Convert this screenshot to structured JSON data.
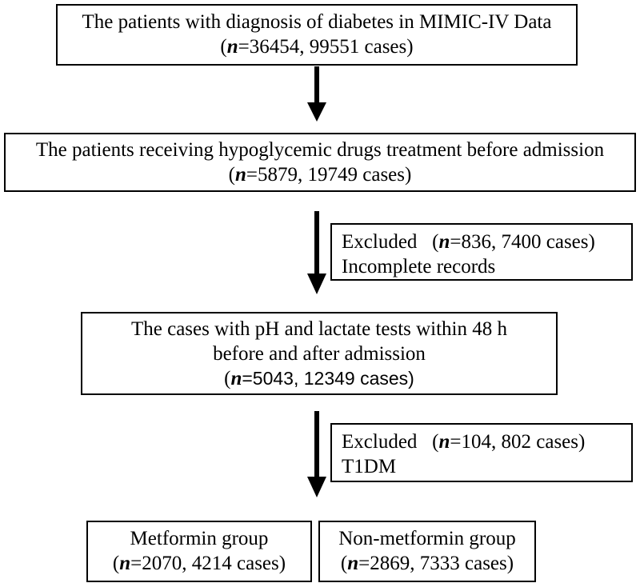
{
  "boxes": {
    "mimic": {
      "line1": "The patients with diagnosis of diabetes in MIMIC-IV Data",
      "n_label": "n",
      "n_rest": "=36454, 99551 cases)"
    },
    "hypoglycemic": {
      "line1": "The patients receiving hypoglycemic drugs treatment before admission",
      "n_label": "n",
      "n_rest": "=5879, 19749 cases)"
    },
    "excluded_incomplete": {
      "title": "Excluded",
      "n_label": "n",
      "n_rest": "=836, 7400 cases)",
      "reason": "Incomplete records"
    },
    "ph_lactate": {
      "line1": "The cases with pH and lactate tests within 48 h",
      "line2": "before and after admission",
      "n_label": "n",
      "n_rest": "=5043, 12349 cases)"
    },
    "excluded_t1dm": {
      "title": "Excluded",
      "n_label": "n",
      "n_rest": "=104, 802 cases)",
      "reason": "T1DM"
    },
    "metformin": {
      "title": "Metformin group",
      "n_label": "n",
      "n_rest": "=2070, 4214 cases)"
    },
    "non_metformin": {
      "title": "Non-metformin group",
      "n_label": "n",
      "n_rest": "=2869, 7333 cases)"
    }
  },
  "colors": {
    "line": "#000000",
    "background": "#ffffff"
  }
}
